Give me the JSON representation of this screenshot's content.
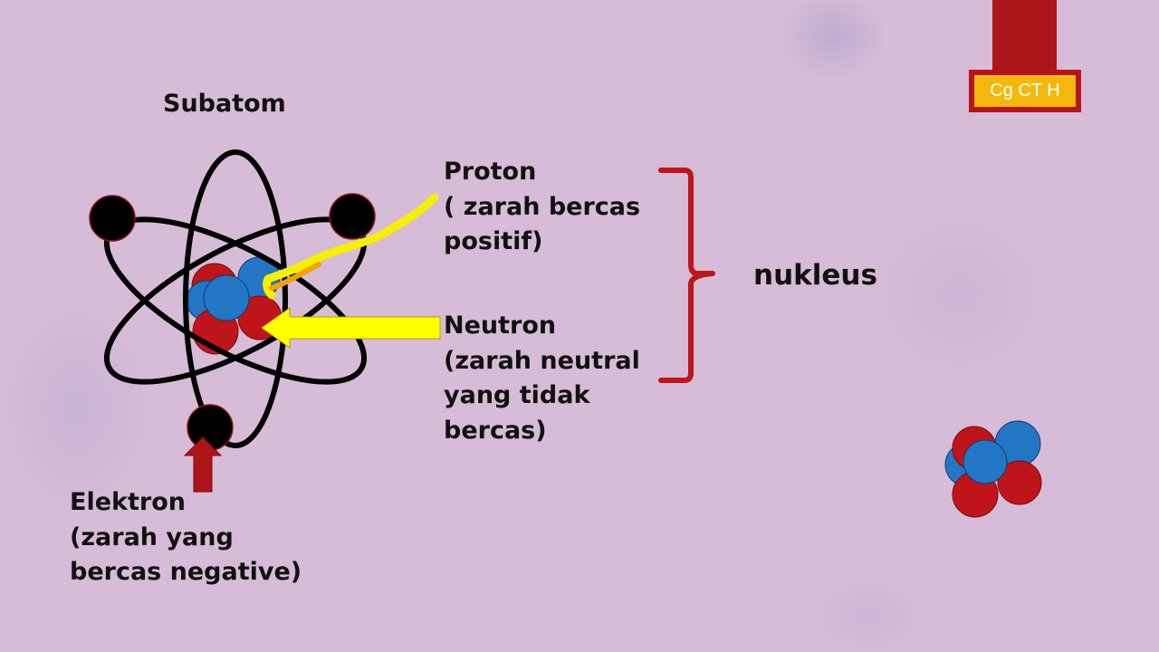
{
  "slide": {
    "title": "Subatom",
    "proton_label": [
      "Proton",
      "( zarah bercas",
      "positif)"
    ],
    "neutron_label": [
      "Neutron",
      "(zarah neutral",
      "yang tidak",
      "bercas)"
    ],
    "electron_label": [
      "Elektron",
      "(zarah yang",
      "bercas negative)"
    ],
    "nucleus_label": "nukleus",
    "badge_text": "Cg CT H"
  },
  "colors": {
    "background": "#d6bcd6",
    "proton": "#c0141b",
    "neutron": "#2276c4",
    "electron": "#000000",
    "orbit": "#000000",
    "pointer_arrow": "#ffff00",
    "bracket": "#c0141b",
    "electron_arrow": "#ae1518",
    "badge_border": "#b4141a",
    "badge_fill": "#f3b80c"
  },
  "icons": {
    "atom": "atom-model-icon",
    "nucleus": "nucleus-cluster-icon"
  }
}
